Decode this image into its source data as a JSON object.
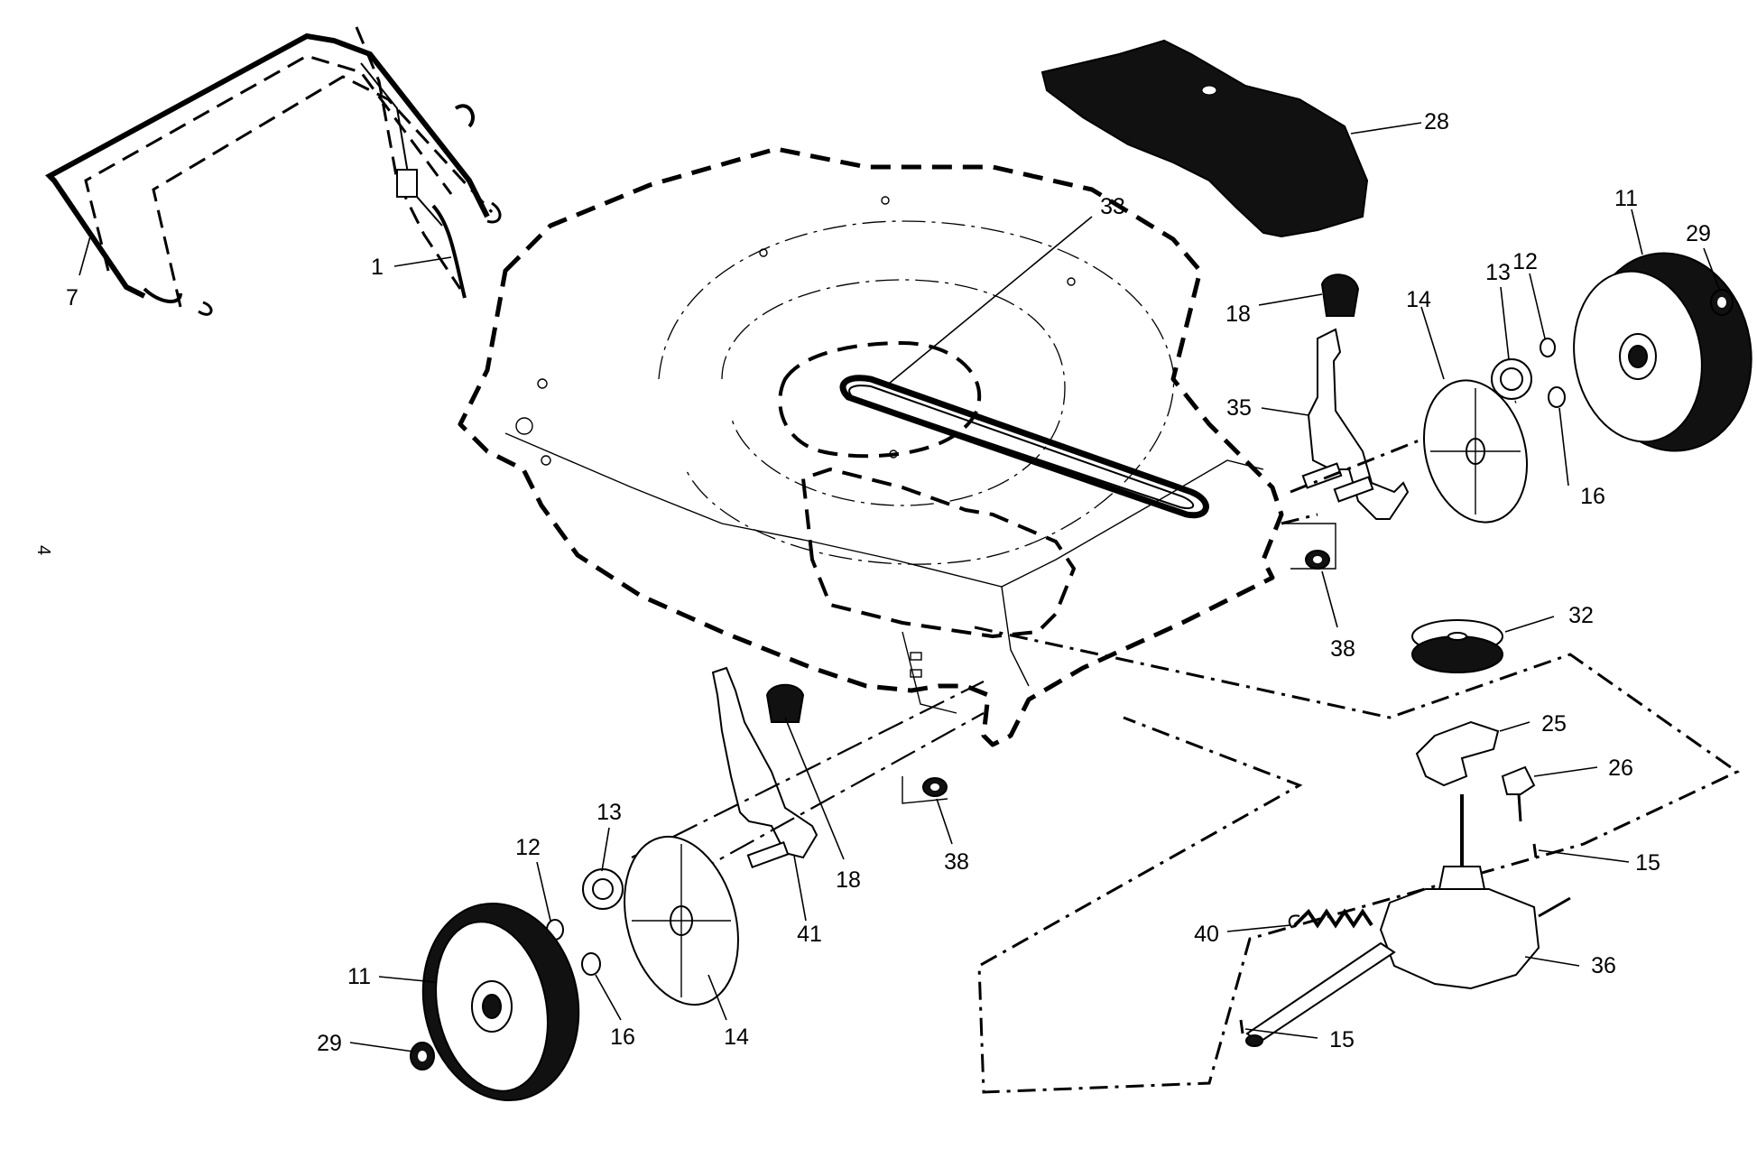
{
  "page": {
    "number": "4"
  },
  "callouts": [
    {
      "id": "1",
      "label": "1"
    },
    {
      "id": "7",
      "label": "7"
    },
    {
      "id": "28",
      "label": "28"
    },
    {
      "id": "33",
      "label": "33"
    },
    {
      "id": "18a",
      "label": "18"
    },
    {
      "id": "35",
      "label": "35"
    },
    {
      "id": "14a",
      "label": "14"
    },
    {
      "id": "13a",
      "label": "13"
    },
    {
      "id": "12a",
      "label": "12"
    },
    {
      "id": "11a",
      "label": "11"
    },
    {
      "id": "29a",
      "label": "29"
    },
    {
      "id": "16a",
      "label": "16"
    },
    {
      "id": "38a",
      "label": "38"
    },
    {
      "id": "32",
      "label": "32"
    },
    {
      "id": "25",
      "label": "25"
    },
    {
      "id": "26",
      "label": "26"
    },
    {
      "id": "15a",
      "label": "15"
    },
    {
      "id": "40",
      "label": "40"
    },
    {
      "id": "36",
      "label": "36"
    },
    {
      "id": "15b",
      "label": "15"
    },
    {
      "id": "38b",
      "label": "38"
    },
    {
      "id": "18b",
      "label": "18"
    },
    {
      "id": "41",
      "label": "41"
    },
    {
      "id": "13b",
      "label": "13"
    },
    {
      "id": "12b",
      "label": "12"
    },
    {
      "id": "11b",
      "label": "11"
    },
    {
      "id": "29b",
      "label": "29"
    },
    {
      "id": "16b",
      "label": "16"
    },
    {
      "id": "14b",
      "label": "14"
    }
  ]
}
